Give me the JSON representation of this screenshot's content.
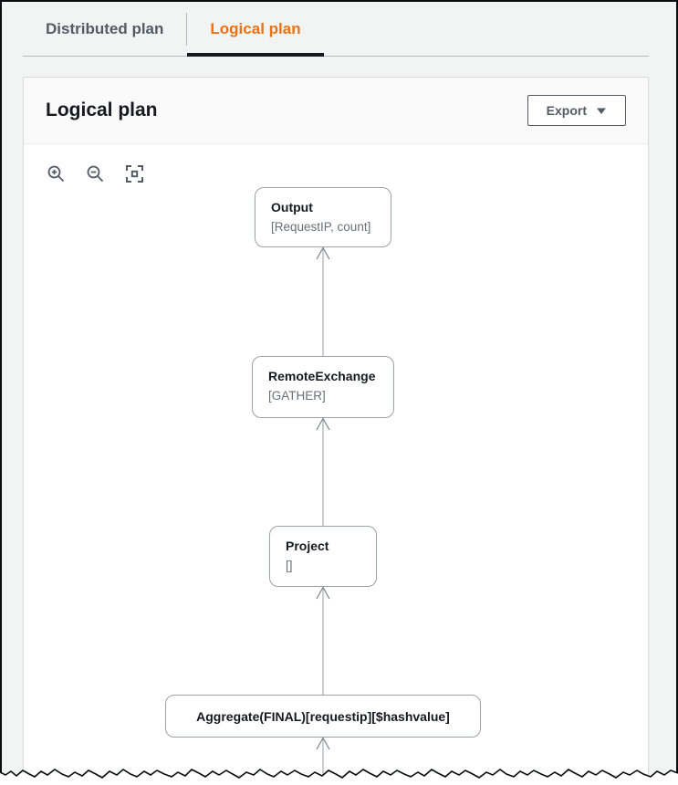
{
  "tabs": [
    {
      "label": "Distributed plan",
      "active": false
    },
    {
      "label": "Logical plan",
      "active": true
    }
  ],
  "panel": {
    "title": "Logical plan",
    "export_label": "Export"
  },
  "toolbar_icons": {
    "zoom_in": "magnifier-plus",
    "zoom_out": "magnifier-minus",
    "fit": "fit-to-screen"
  },
  "diagram": {
    "nodes": [
      {
        "title": "Output",
        "subtitle": "[RequestIP, count]"
      },
      {
        "title": "RemoteExchange",
        "subtitle": "[GATHER]"
      },
      {
        "title": "Project",
        "subtitle": "[]"
      },
      {
        "title": "Aggregate(FINAL)[requestip][$hashvalue]"
      }
    ],
    "edges": [
      {
        "from": "RemoteExchange",
        "to": "Output"
      },
      {
        "from": "Project",
        "to": "RemoteExchange"
      },
      {
        "from": "Aggregate(FINAL)[requestip][$hashvalue]",
        "to": "Project"
      }
    ]
  },
  "colors": {
    "accent_orange": "#ec7211",
    "tab_inactive": "#545b64",
    "active_tab_underline": "#16191f",
    "node_border": "#9aa2a8",
    "node_subtitle": "#687078",
    "edge_line": "#b9bec4",
    "page_background": "#f2f3f3"
  }
}
